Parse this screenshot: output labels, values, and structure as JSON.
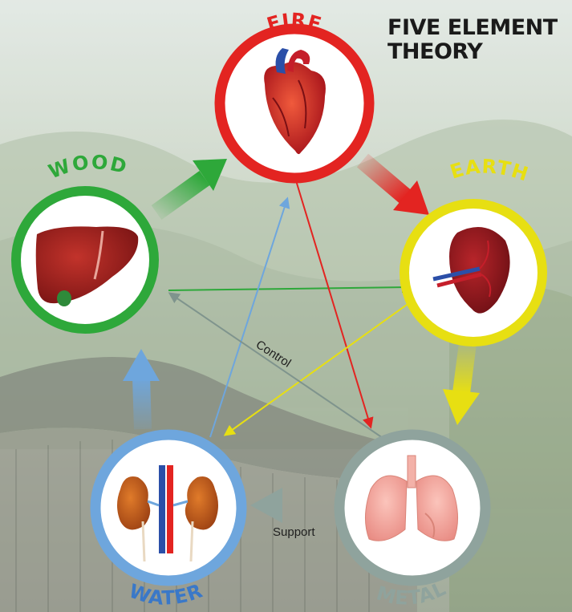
{
  "title_line1": "FIVE ELEMENT",
  "title_line2": "THEORY",
  "elements": {
    "fire": {
      "label": "FIRE",
      "color": "#e32421",
      "organ": "heart-icon"
    },
    "earth": {
      "label": "EARTH",
      "color": "#e7df12",
      "organ": "spleen-icon"
    },
    "metal": {
      "label": "METAL",
      "color": "#8fa39d",
      "organ": "lungs-icon"
    },
    "water": {
      "label": "WATER",
      "color": "#6ea6dd",
      "organ": "kidneys-icon"
    },
    "wood": {
      "label": "WOOD",
      "color": "#2ea83a",
      "organ": "liver-icon"
    }
  },
  "annotations": {
    "control": "Control",
    "support": "Support"
  },
  "colors": {
    "sky": "#dfe6e0",
    "hills": "#8fa784",
    "roof": "#6f7068"
  }
}
